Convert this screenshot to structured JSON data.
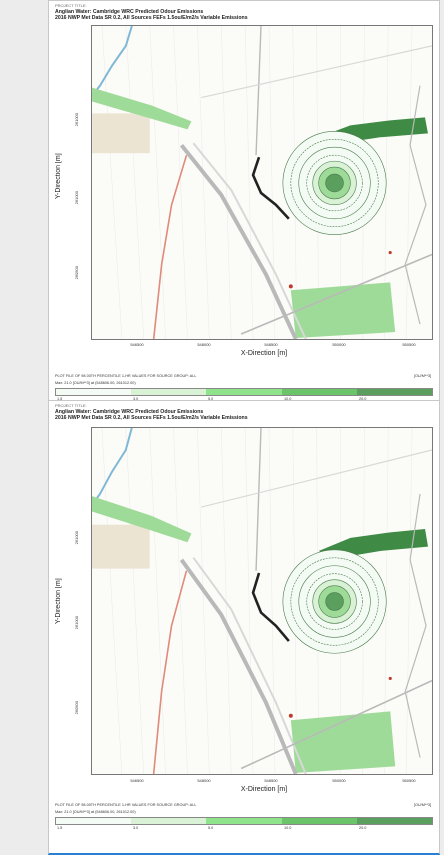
{
  "panels": [
    {
      "header_small": "PROJECT TITLE:",
      "title_line1": "Anglian Water: Cambridge WRC Predicted Odour Emissions",
      "title_line2": "2016 NWP Met Data SR 0.2, All Sources FEFs 1.5ou/E/m2/s Variable Emissions",
      "y_axis_label": "Y-Direction [m]",
      "y_ticks": [
        "261000",
        "261000",
        "260500"
      ],
      "x_axis_label": "X-Direction [m]",
      "x_ticks": [
        "546500",
        "548000",
        "548500",
        "550000",
        "550500"
      ],
      "plot_file": "PLOT FILE OF 98.00TH PERCENTILE 1-HR VALUES FOR SOURCE GROUP: ALL",
      "units": "[OU/M**3]",
      "max_line": "Max:  21.0 [OU/M**3] at (548606.00, 261012.00)",
      "legend_labels": [
        "1.5",
        "3.0",
        "5.0",
        "10.0",
        "20.0"
      ]
    },
    {
      "header_small": "PROJECT TITLE:",
      "title_line1": "Anglian Water: Cambridge WRC Predicted Odour Emissions",
      "title_line2": "2016 NWP Met Data SR 0.2, All Sources FEFs 1.5ou/E/m2/s Variable Emissions",
      "y_axis_label": "Y-Direction [m]",
      "y_ticks": [
        "261000",
        "261000",
        "260500"
      ],
      "x_axis_label": "X-Direction [m]",
      "x_ticks": [
        "546500",
        "548000",
        "548500",
        "550000",
        "550500"
      ],
      "plot_file": "PLOT FILE OF 98.00TH PERCENTILE 1-HR VALUES FOR SOURCE GROUP: ALL",
      "units": "[OU/M**3]",
      "max_line": "Max:  21.0 [OU/M**3] at (548606.00, 261012.00)",
      "legend_labels": [
        "1.5",
        "3.0",
        "5.0",
        "10.0",
        "20.0"
      ]
    }
  ],
  "legend_colors": [
    "#f4fbf4",
    "#d9f2d6",
    "#8fe38a",
    "#6cc46a",
    "#5b9f5e"
  ],
  "map_colors": {
    "background": "#fbfbf8",
    "road_major": "#b9b9b9",
    "road_minor": "#d8d8d8",
    "road_red": "#e08a7a",
    "water": "#7fb8d6",
    "field_tan": "#ece4d2",
    "green_field": "#9fdb98",
    "green_dark": "#3f8a44",
    "contour": "#4a7a4a"
  }
}
